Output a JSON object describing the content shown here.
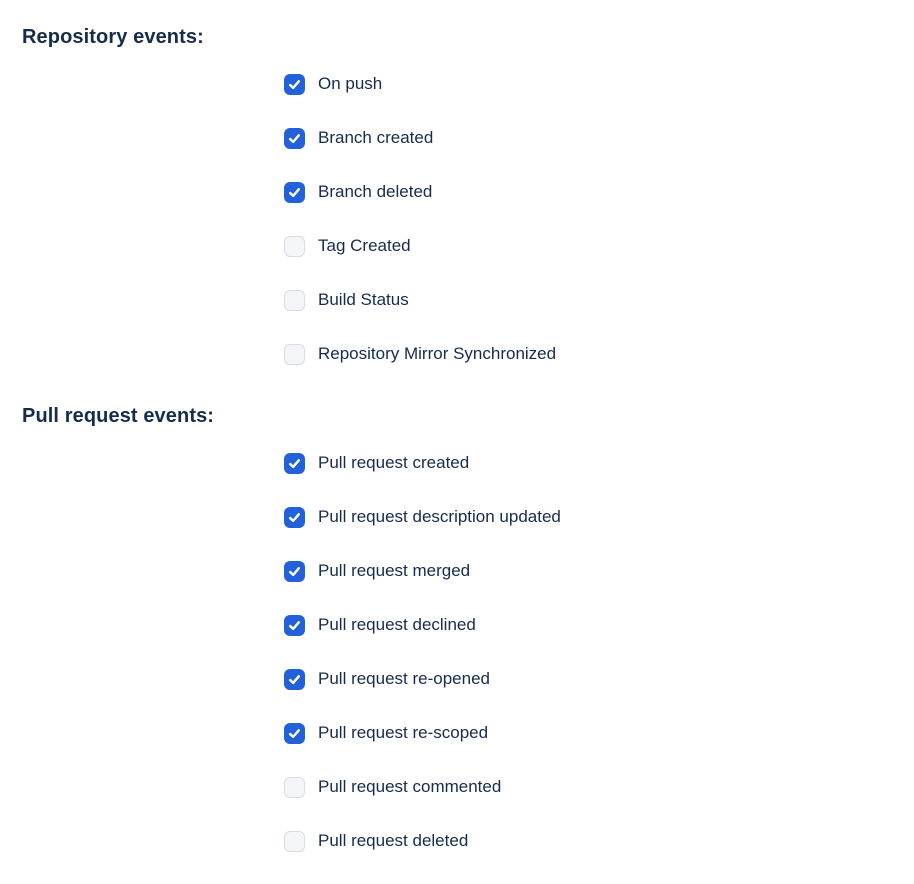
{
  "page": {
    "background": "#FFFFFF"
  },
  "colors": {
    "heading_text": "#172B4D",
    "label_text": "#172B4D",
    "checkbox_checked_bg": "#2361DB",
    "checkbox_checkmark": "#FFFFFF",
    "checkbox_unchecked_bg": "#F4F5F7",
    "checkbox_unchecked_border": "#D9DCE1"
  },
  "sections": [
    {
      "heading": "Repository events:",
      "options": [
        {
          "label": "On push",
          "checked": true
        },
        {
          "label": "Branch created",
          "checked": true
        },
        {
          "label": "Branch deleted",
          "checked": true
        },
        {
          "label": "Tag Created",
          "checked": false
        },
        {
          "label": "Build Status",
          "checked": false
        },
        {
          "label": "Repository Mirror Synchronized",
          "checked": false
        }
      ]
    },
    {
      "heading": "Pull request events:",
      "options": [
        {
          "label": "Pull request created",
          "checked": true
        },
        {
          "label": "Pull request description updated",
          "checked": true
        },
        {
          "label": "Pull request merged",
          "checked": true
        },
        {
          "label": "Pull request declined",
          "checked": true
        },
        {
          "label": "Pull request re-opened",
          "checked": true
        },
        {
          "label": "Pull request re-scoped",
          "checked": true
        },
        {
          "label": "Pull request commented",
          "checked": false
        },
        {
          "label": "Pull request deleted",
          "checked": false
        }
      ]
    }
  ]
}
